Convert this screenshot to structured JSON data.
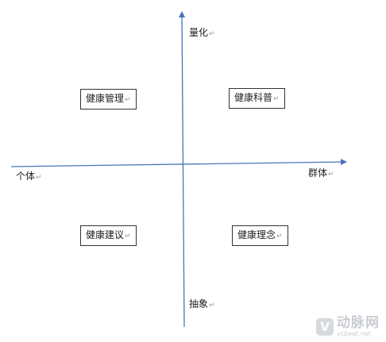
{
  "axes": {
    "vertical": {
      "top_label": "量化",
      "bottom_label": "抽象"
    },
    "horizontal": {
      "left_label": "个体",
      "right_label": "群体"
    },
    "line_color": "#4a74b8"
  },
  "quadrants": {
    "top_left": "健康管理",
    "top_right": "健康科普",
    "bottom_left": "健康建议",
    "bottom_right": "健康理念"
  },
  "paragraph_mark": "↵",
  "watermark": {
    "logo_letter": "V",
    "name": "动脉网",
    "url": "vcbeat.net"
  }
}
